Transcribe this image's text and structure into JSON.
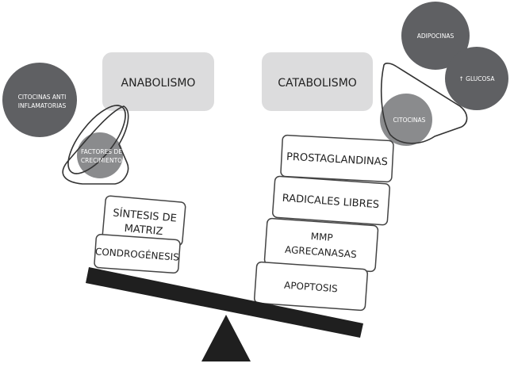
{
  "headers": {
    "anabolismo": "ANABOLISMO",
    "catabolismo": "CATABOLISMO"
  },
  "left_stack": {
    "sintesis_line1": "SÍNTESIS DE",
    "sintesis_line2": "MATRIZ",
    "condrogenesis": "CONDROGÉNESIS"
  },
  "right_stack": {
    "prostaglandinas": "PROSTAGLANDINAS",
    "radicales": "RADICALES LIBRES",
    "mmp_line1": "MMP",
    "mmp_line2": "AGRECANASAS",
    "apoptosis": "APOPTOSIS"
  },
  "circles": {
    "citocinas_anti_line1": "CITOCINAS ANTI",
    "citocinas_anti_line2": "INFLAMATORIAS",
    "factores_line1": "FACTORES DE",
    "factores_line2": "CRECIMIENTO",
    "adipocinas": "ADIPOCINAS",
    "glucosa": "↑ GLUCOSA",
    "citocinas": "CITOCINAS"
  },
  "colors": {
    "dark_circle": "#5f6063",
    "mid_circle": "#8a8b8d",
    "header_box": "#dcdcdd",
    "beam": "#1f1f1f"
  }
}
